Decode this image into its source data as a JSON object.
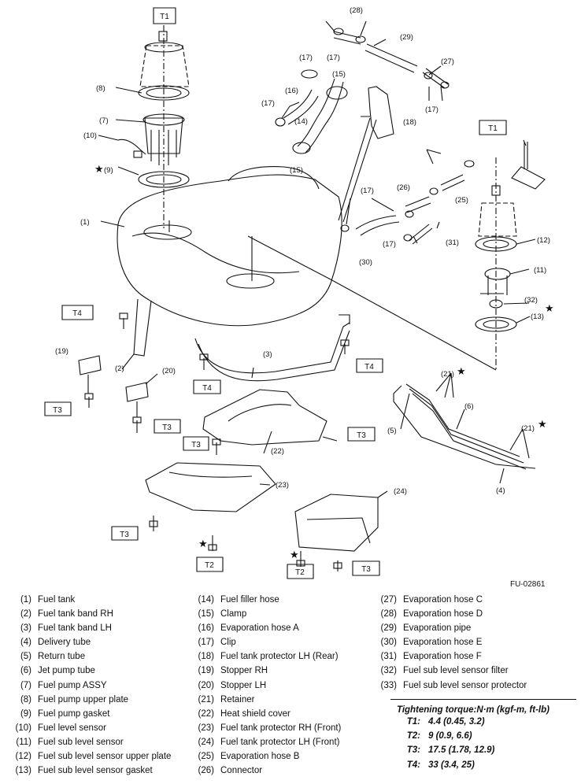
{
  "diagram": {
    "code": "FU-02861",
    "callouts": [
      "(1)",
      "(2)",
      "(3)",
      "(4)",
      "(5)",
      "(6)",
      "(7)",
      "(8)",
      "(9)",
      "(10)",
      "(11)",
      "(12)",
      "(13)",
      "(14)",
      "(15)",
      "(15)",
      "(16)",
      "(17)",
      "(17)",
      "(17)",
      "(17)",
      "(17)",
      "(17)",
      "(18)",
      "(19)",
      "(20)",
      "(21)",
      "(21)",
      "(22)",
      "(23)",
      "(24)",
      "(25)",
      "(26)",
      "(27)",
      "(28)",
      "(29)",
      "(30)",
      "(31)",
      "(32)"
    ],
    "torque_boxes": [
      "T1",
      "T1",
      "T4",
      "T4",
      "T4",
      "T3",
      "T3",
      "T3",
      "T3",
      "T3",
      "T3",
      "T2",
      "T2"
    ]
  },
  "legend": [
    [
      {
        "num": "(1)",
        "label": "Fuel tank"
      },
      {
        "num": "(2)",
        "label": "Fuel tank band RH"
      },
      {
        "num": "(3)",
        "label": "Fuel tank band LH"
      },
      {
        "num": "(4)",
        "label": "Delivery tube"
      },
      {
        "num": "(5)",
        "label": "Return tube"
      },
      {
        "num": "(6)",
        "label": "Jet pump tube"
      },
      {
        "num": "(7)",
        "label": "Fuel pump ASSY"
      },
      {
        "num": "(8)",
        "label": "Fuel pump upper plate"
      },
      {
        "num": "(9)",
        "label": "Fuel pump gasket"
      },
      {
        "num": "(10)",
        "label": "Fuel level sensor"
      },
      {
        "num": "(11)",
        "label": "Fuel sub level sensor"
      },
      {
        "num": "(12)",
        "label": "Fuel sub level sensor upper plate"
      },
      {
        "num": "(13)",
        "label": "Fuel sub level sensor gasket"
      }
    ],
    [
      {
        "num": "(14)",
        "label": "Fuel filler hose"
      },
      {
        "num": "(15)",
        "label": "Clamp"
      },
      {
        "num": "(16)",
        "label": "Evaporation hose A"
      },
      {
        "num": "(17)",
        "label": "Clip"
      },
      {
        "num": "(18)",
        "label": "Fuel tank protector LH (Rear)"
      },
      {
        "num": "(19)",
        "label": "Stopper RH"
      },
      {
        "num": "(20)",
        "label": "Stopper LH"
      },
      {
        "num": "(21)",
        "label": "Retainer"
      },
      {
        "num": "(22)",
        "label": "Heat shield cover"
      },
      {
        "num": "(23)",
        "label": "Fuel tank protector RH (Front)"
      },
      {
        "num": "(24)",
        "label": "Fuel tank protector LH (Front)"
      },
      {
        "num": "(25)",
        "label": "Evaporation hose B"
      },
      {
        "num": "(26)",
        "label": "Connector"
      }
    ],
    [
      {
        "num": "(27)",
        "label": "Evaporation hose C"
      },
      {
        "num": "(28)",
        "label": "Evaporation hose D"
      },
      {
        "num": "(29)",
        "label": "Evaporation pipe"
      },
      {
        "num": "(30)",
        "label": "Evaporation hose E"
      },
      {
        "num": "(31)",
        "label": "Evaporation hose F"
      },
      {
        "num": "(32)",
        "label": "Fuel sub level sensor filter"
      },
      {
        "num": "(33)",
        "label": "Fuel sub level sensor protector"
      }
    ]
  ],
  "torque": {
    "heading": "Tightening torque:N·m (kgf-m, ft-lb)",
    "rows": [
      {
        "key": "T1:",
        "value": "4.4 (0.45, 3.2)"
      },
      {
        "key": "T2:",
        "value": "9 (0.9, 6.6)"
      },
      {
        "key": "T3:",
        "value": "17.5 (1.78, 12.9)"
      },
      {
        "key": "T4:",
        "value": "33 (3.4, 25)"
      }
    ]
  }
}
